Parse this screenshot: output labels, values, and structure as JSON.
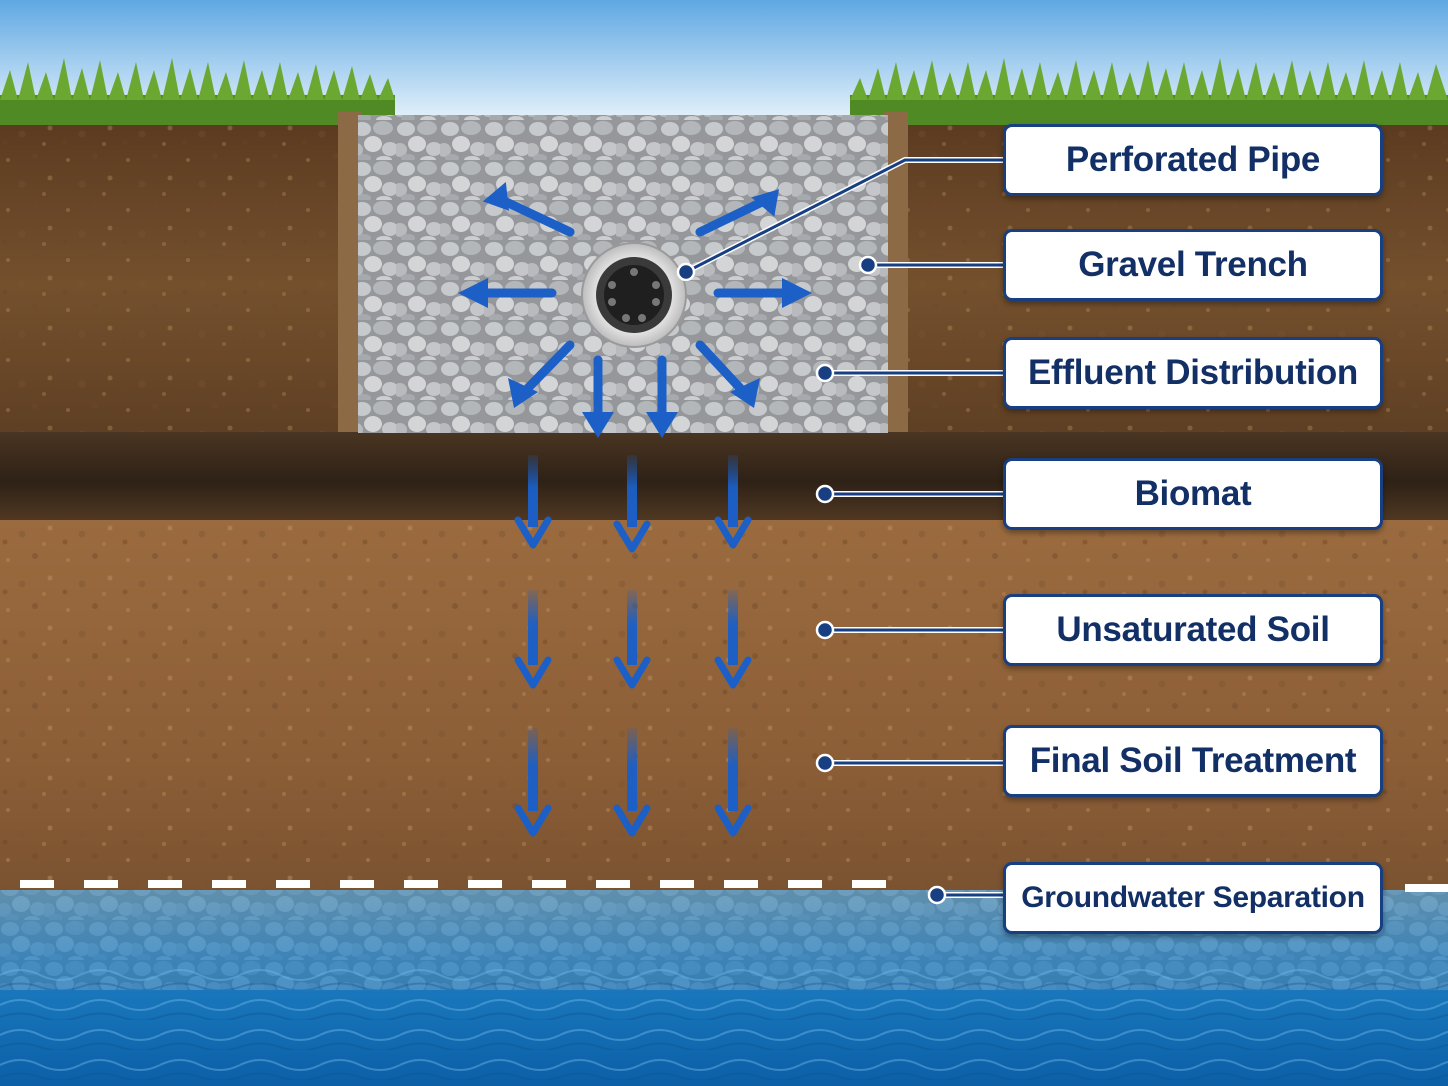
{
  "labels": {
    "perforated_pipe": "Perforated Pipe",
    "gravel_trench": "Gravel Trench",
    "effluent_distribution": "Effluent Distribution",
    "biomat": "Biomat",
    "unsaturated_soil": "Unsaturated Soil",
    "final_soil_treatment": "Final Soil Treatment",
    "groundwater_separation": "Groundwater Separation"
  },
  "colors": {
    "sky_top": "#5fa8e3",
    "sky_bottom": "#e4f1fa",
    "grass": "#5f9a2c",
    "topsoil": "#6b4627",
    "biomat": "#3a2a1c",
    "subsoil": "#9a6a3e",
    "gravel": "#a9acb0",
    "water": "#1f7fc4",
    "arrow": "#1b5fc7",
    "label_border": "#173f82",
    "label_text": "#122f66"
  }
}
